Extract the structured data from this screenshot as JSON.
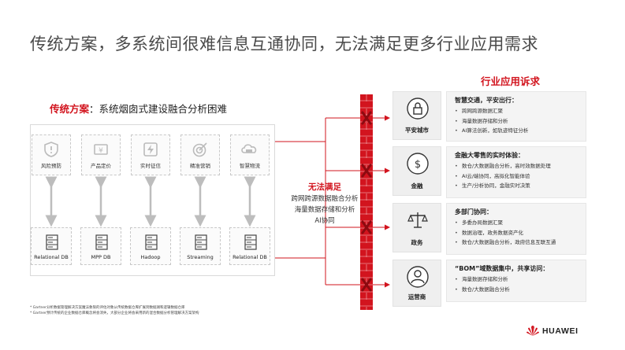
{
  "title": "传统方案，多系统间很难信息互通协同，无法满足更多行业应用需求",
  "left": {
    "heading_red": "传统方案",
    "heading_rest": "：系统烟囱式建设融合分析困难",
    "apps": [
      "风险预防",
      "产品定价",
      "实时征信",
      "精准营销",
      "智慧物流"
    ],
    "dbs": [
      "Relational DB",
      "MPP DB",
      "Hadoop",
      "Streaming",
      "Relational DB"
    ]
  },
  "middle": {
    "label": "无法满足",
    "lines": [
      "跨网跨源数据融合分析",
      "海量数据存储和分析",
      "AI协同"
    ]
  },
  "right": {
    "heading": "行业应用诉求",
    "categories": [
      {
        "name": "平安城市",
        "title": "智慧交通，平安出行：",
        "bullets": [
          "跨网跨源数据汇聚",
          "海量数据存储和分析",
          "AI算法创新，如轨迹特征分析"
        ]
      },
      {
        "name": "金融",
        "title": "金融大零售的实时体验：",
        "bullets": [
          "数仓/大数据融合分析，高时效数据处理",
          "AI云/端协同，高拟化智能体验",
          "生产/分析协同，金融实时决策"
        ]
      },
      {
        "name": "政务",
        "title": "多部门协同：",
        "bullets": [
          "多委办局数据汇聚",
          "数据治理，政务数据资产化",
          "数仓/大数据融合分析，政府信息互联互通"
        ]
      },
      {
        "name": "运营商",
        "title": "“BOM”域数据集中，共享访问：",
        "bullets": [
          "海量数据存储和分析",
          "数仓/大数据融合分析"
        ]
      }
    ]
  },
  "footnotes": [
    "* Gartner分析数据管理解决方案魔法象限的评估对象从传统数据仓库扩展到数据湖和逻辑数据仓库",
    "* Gartner预计传统的企业数据仓库概念将会消失，大部分企业将会采用新的混合数据分析管理解决方案架构"
  ],
  "brand": "HUAWEI",
  "colors": {
    "accent": "#d2141e",
    "text": "#4a4a4a"
  }
}
